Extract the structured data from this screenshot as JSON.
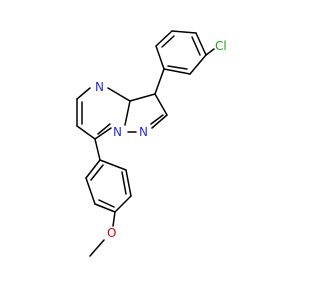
{
  "molecule": {
    "atom_labels": {
      "chlorine": "Cl",
      "nitrogen_ring_a": "N",
      "nitrogen_bridge": "N",
      "nitrogen_ring_b": "N",
      "oxygen": "O"
    },
    "colors": {
      "bond": "#000000",
      "nitrogen": "#2b2bd4",
      "oxygen": "#d10000",
      "chlorine": "#1ea31e"
    }
  }
}
